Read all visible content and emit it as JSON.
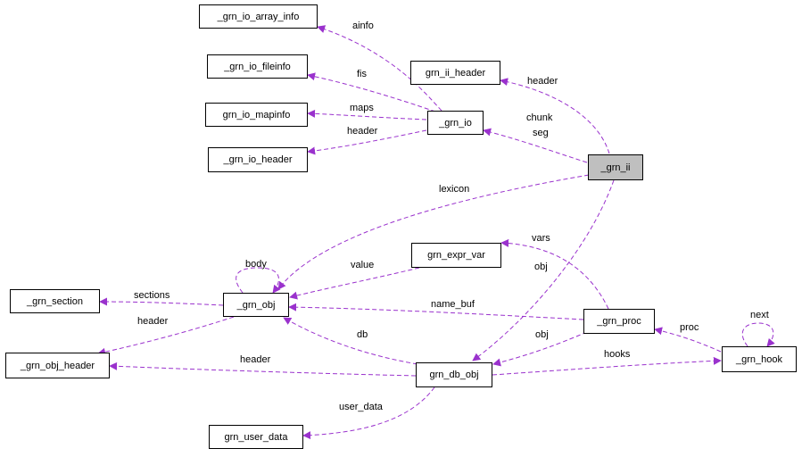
{
  "colors": {
    "edge": "#9a32cd",
    "focus_fill": "#bfbfbf",
    "node_border": "#000000"
  },
  "nodes": {
    "grn_io_array_info": "_grn_io_array_info",
    "grn_io_fileinfo": "_grn_io_fileinfo",
    "grn_io_mapinfo": "grn_io_mapinfo",
    "grn_io_header": "_grn_io_header",
    "grn_ii_header": "grn_ii_header",
    "grn_io": "_grn_io",
    "grn_ii": "_grn_ii",
    "grn_expr_var": "grn_expr_var",
    "grn_section": "_grn_section",
    "grn_obj": "_grn_obj",
    "grn_obj_header": "_grn_obj_header",
    "grn_proc": "_grn_proc",
    "grn_hook": "_grn_hook",
    "grn_db_obj": "grn_db_obj",
    "grn_user_data": "grn_user_data"
  },
  "edges": {
    "ainfo": "ainfo",
    "fis": "fis",
    "maps": "maps",
    "io_header": "header",
    "ii_header": "header",
    "chunk": "chunk",
    "seg": "seg",
    "lexicon": "lexicon",
    "body": "body",
    "vars": "vars",
    "value": "value",
    "obj_ii": "obj",
    "sections": "sections",
    "obj_header": "header",
    "name_buf": "name_buf",
    "next": "next",
    "proc": "proc",
    "db": "db",
    "obj_proc": "obj",
    "hooks": "hooks",
    "db_obj_header": "header",
    "user_data": "user_data"
  }
}
